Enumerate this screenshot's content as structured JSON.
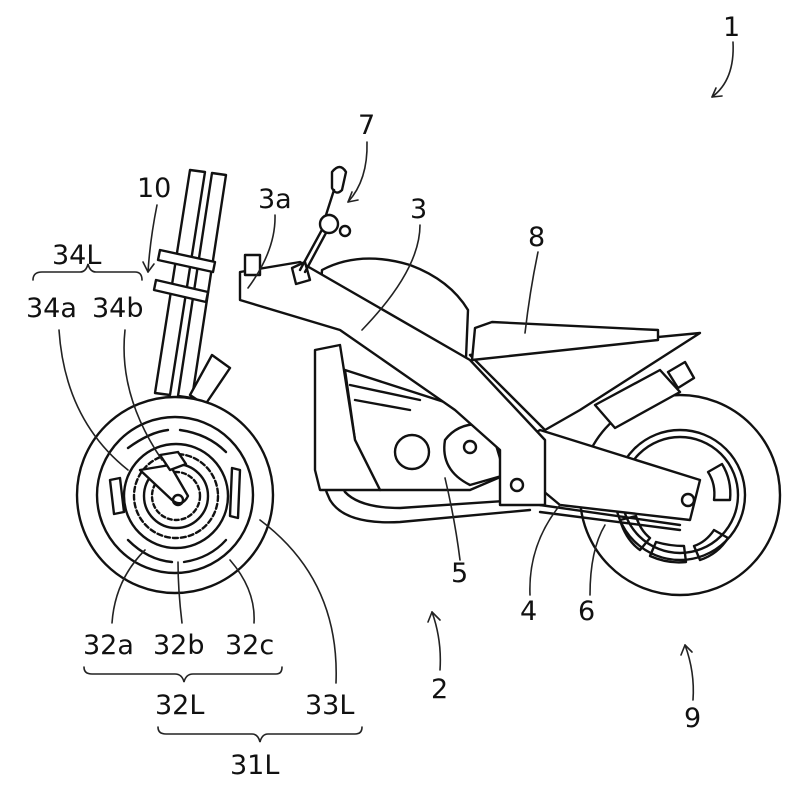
{
  "figure": {
    "type": "patent-drawing",
    "subject": "motorcycle",
    "line_color": "#111111",
    "background": "#ffffff"
  },
  "labels": {
    "vehicle": "1",
    "body_2": "2",
    "frame": "3",
    "frame_3a": "3a",
    "part_4": "4",
    "part_5": "5",
    "part_6": "6",
    "part_7": "7",
    "seat": "8",
    "rear_wheel": "9",
    "front_fork": "10",
    "l34": "34L",
    "l34a": "34a",
    "l34b": "34b",
    "l32a": "32a",
    "l32b": "32b",
    "l32c": "32c",
    "l32": "32L",
    "l33": "33L",
    "l31": "31L"
  }
}
